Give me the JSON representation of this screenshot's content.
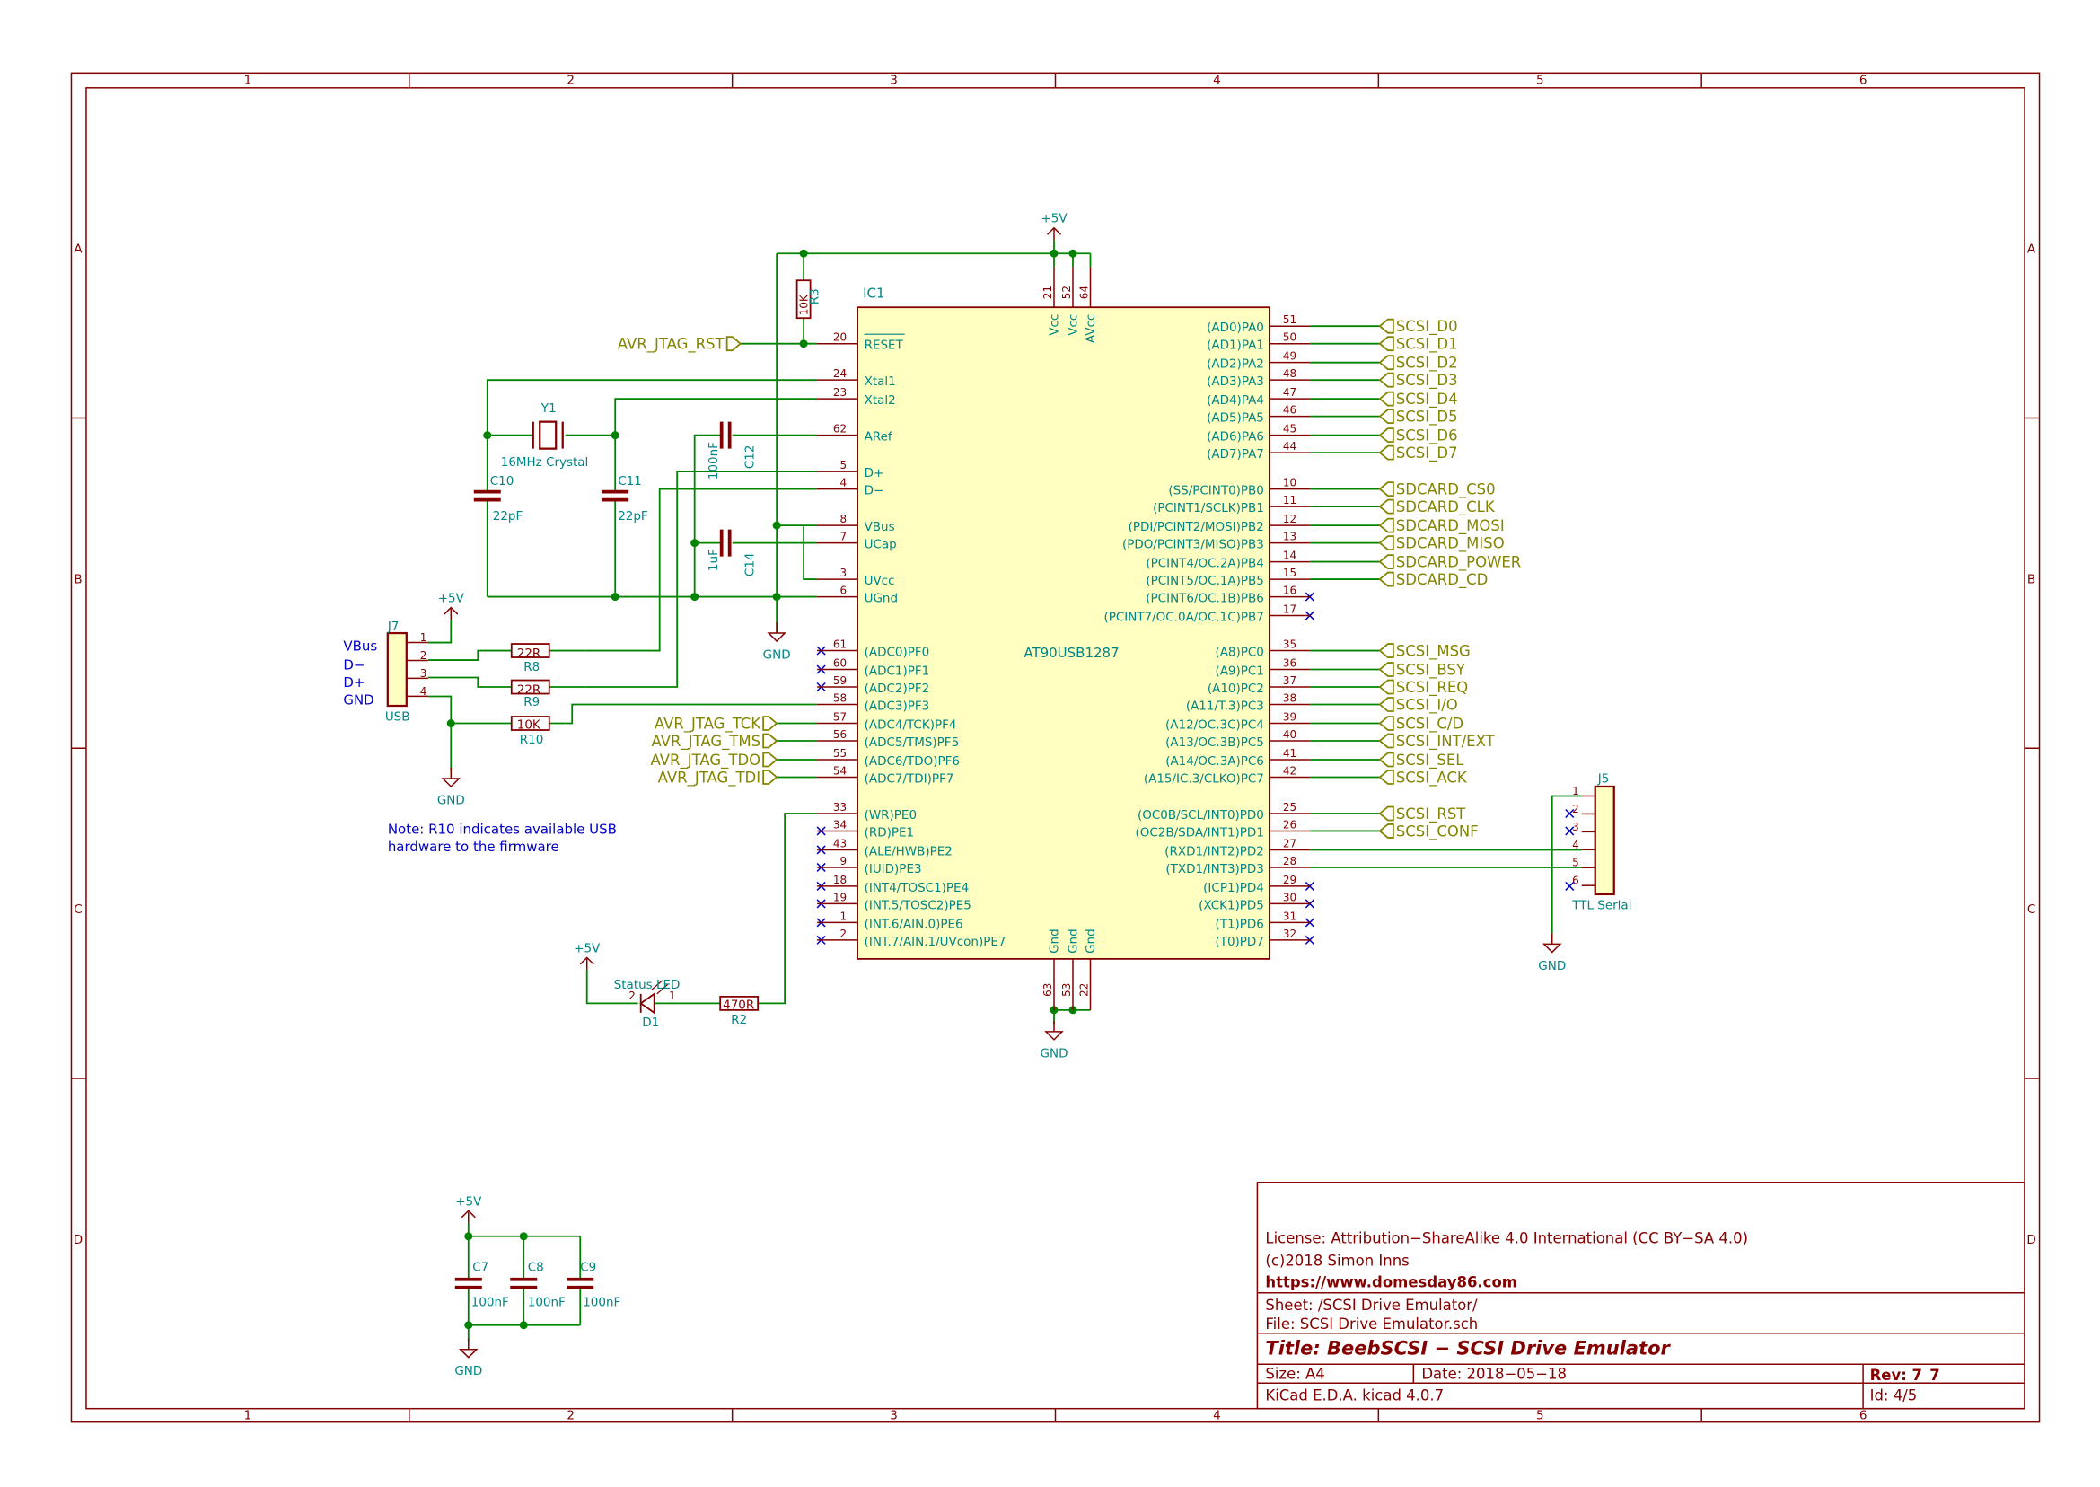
{
  "colors": {
    "frame": "#840000",
    "wire": "#008400",
    "text_teal": "#008484",
    "label_olive": "#848400",
    "note_blue": "#0000c2",
    "chip_fill": "#ffffc2",
    "noconnect": "#0000c2"
  },
  "frame": {
    "columns": [
      "1",
      "2",
      "3",
      "4",
      "5",
      "6"
    ],
    "rows": [
      "A",
      "B",
      "C",
      "D"
    ]
  },
  "ic1": {
    "ref": "IC1",
    "value": "AT90USB1287",
    "top_pins": [
      {
        "num": "21",
        "name": "Vcc"
      },
      {
        "num": "52",
        "name": "Vcc"
      },
      {
        "num": "64",
        "name": "AVcc"
      }
    ],
    "bottom_pins": [
      {
        "num": "63",
        "name": "Gnd"
      },
      {
        "num": "53",
        "name": "Gnd"
      },
      {
        "num": "22",
        "name": "Gnd"
      }
    ],
    "left_pins": [
      {
        "num": "20",
        "name": "RESET"
      },
      {
        "num": "24",
        "name": "Xtal1"
      },
      {
        "num": "23",
        "name": "Xtal2"
      },
      {
        "num": "62",
        "name": "ARef"
      },
      {
        "num": "5",
        "name": "D+"
      },
      {
        "num": "4",
        "name": "D−"
      },
      {
        "num": "8",
        "name": "VBus"
      },
      {
        "num": "7",
        "name": "UCap"
      },
      {
        "num": "3",
        "name": "UVcc"
      },
      {
        "num": "6",
        "name": "UGnd"
      },
      {
        "num": "61",
        "name": "(ADC0)PF0"
      },
      {
        "num": "60",
        "name": "(ADC1)PF1"
      },
      {
        "num": "59",
        "name": "(ADC2)PF2"
      },
      {
        "num": "58",
        "name": "(ADC3)PF3"
      },
      {
        "num": "57",
        "name": "(ADC4/TCK)PF4"
      },
      {
        "num": "56",
        "name": "(ADC5/TMS)PF5"
      },
      {
        "num": "55",
        "name": "(ADC6/TDO)PF6"
      },
      {
        "num": "54",
        "name": "(ADC7/TDI)PF7"
      },
      {
        "num": "33",
        "name": "(WR)PE0"
      },
      {
        "num": "34",
        "name": "(RD)PE1"
      },
      {
        "num": "43",
        "name": "(ALE/HWB)PE2"
      },
      {
        "num": "9",
        "name": "(IUID)PE3"
      },
      {
        "num": "18",
        "name": "(INT4/TOSC1)PE4"
      },
      {
        "num": "19",
        "name": "(INT.5/TOSC2)PE5"
      },
      {
        "num": "1",
        "name": "(INT.6/AIN.0)PE6"
      },
      {
        "num": "2",
        "name": "(INT.7/AIN.1/UVcon)PE7"
      }
    ],
    "right_pins": [
      {
        "num": "51",
        "name": "(AD0)PA0"
      },
      {
        "num": "50",
        "name": "(AD1)PA1"
      },
      {
        "num": "49",
        "name": "(AD2)PA2"
      },
      {
        "num": "48",
        "name": "(AD3)PA3"
      },
      {
        "num": "47",
        "name": "(AD4)PA4"
      },
      {
        "num": "46",
        "name": "(AD5)PA5"
      },
      {
        "num": "45",
        "name": "(AD6)PA6"
      },
      {
        "num": "44",
        "name": "(AD7)PA7"
      },
      {
        "num": "10",
        "name": "(SS/PCINT0)PB0"
      },
      {
        "num": "11",
        "name": "(PCINT1/SCLK)PB1"
      },
      {
        "num": "12",
        "name": "(PDI/PCINT2/MOSI)PB2"
      },
      {
        "num": "13",
        "name": "(PDO/PCINT3/MISO)PB3"
      },
      {
        "num": "14",
        "name": "(PCINT4/OC.2A)PB4"
      },
      {
        "num": "15",
        "name": "(PCINT5/OC.1A)PB5"
      },
      {
        "num": "16",
        "name": "(PCINT6/OC.1B)PB6"
      },
      {
        "num": "17",
        "name": "(PCINT7/OC.0A/OC.1C)PB7"
      },
      {
        "num": "35",
        "name": "(A8)PC0"
      },
      {
        "num": "36",
        "name": "(A9)PC1"
      },
      {
        "num": "37",
        "name": "(A10)PC2"
      },
      {
        "num": "38",
        "name": "(A11/T.3)PC3"
      },
      {
        "num": "39",
        "name": "(A12/OC.3C)PC4"
      },
      {
        "num": "40",
        "name": "(A13/OC.3B)PC5"
      },
      {
        "num": "41",
        "name": "(A14/OC.3A)PC6"
      },
      {
        "num": "42",
        "name": "(A15/IC.3/CLKO)PC7"
      },
      {
        "num": "25",
        "name": "(OC0B/SCL/INT0)PD0"
      },
      {
        "num": "26",
        "name": "(OC2B/SDA/INT1)PD1"
      },
      {
        "num": "27",
        "name": "(RXD1/INT2)PD2"
      },
      {
        "num": "28",
        "name": "(TXD1/INT3)PD3"
      },
      {
        "num": "29",
        "name": "(ICP1)PD4"
      },
      {
        "num": "30",
        "name": "(XCK1)PD5"
      },
      {
        "num": "31",
        "name": "(T1)PD6"
      },
      {
        "num": "32",
        "name": "(T0)PD7"
      }
    ]
  },
  "global_labels_right": [
    "SCSI_D0",
    "SCSI_D1",
    "SCSI_D2",
    "SCSI_D3",
    "SCSI_D4",
    "SCSI_D5",
    "SCSI_D6",
    "SCSI_D7",
    "SDCARD_CS0",
    "SDCARD_CLK",
    "SDCARD_MOSI",
    "SDCARD_MISO",
    "SDCARD_POWER",
    "SDCARD_CD",
    "SCSI_MSG",
    "SCSI_BSY",
    "SCSI_REQ",
    "SCSI_I/O",
    "SCSI_C/D",
    "SCSI_INT/EXT",
    "SCSI_SEL",
    "SCSI_ACK",
    "SCSI_RST",
    "SCSI_CONF"
  ],
  "global_labels_left": [
    "AVR_JTAG_RST",
    "AVR_JTAG_TCK",
    "AVR_JTAG_TMS",
    "AVR_JTAG_TDO",
    "AVR_JTAG_TDI"
  ],
  "components": {
    "r3": {
      "ref": "R3",
      "value": "10K"
    },
    "y1": {
      "ref": "Y1",
      "value": "16MHz Crystal"
    },
    "c10": {
      "ref": "C10",
      "value": "22pF"
    },
    "c11": {
      "ref": "C11",
      "value": "22pF"
    },
    "c12": {
      "ref": "C12",
      "value": "100nF"
    },
    "c14": {
      "ref": "C14",
      "value": "1uF"
    },
    "r8": {
      "ref": "R8",
      "value": "22R"
    },
    "r9": {
      "ref": "R9",
      "value": "22R"
    },
    "r10": {
      "ref": "R10",
      "value": "10K"
    },
    "r2": {
      "ref": "R2",
      "value": "470R"
    },
    "d1": {
      "ref": "D1",
      "value": "Status LED",
      "pin2": "2",
      "pin1": "1"
    },
    "c7": {
      "ref": "C7",
      "value": "100nF"
    },
    "c8": {
      "ref": "C8",
      "value": "100nF"
    },
    "c9": {
      "ref": "C9",
      "value": "100nF"
    }
  },
  "j7": {
    "ref": "J7",
    "value": "USB",
    "pins": [
      "1",
      "2",
      "3",
      "4"
    ],
    "signals": [
      "VBus",
      "D−",
      "D+",
      "GND"
    ]
  },
  "j5": {
    "ref": "J5",
    "value": "TTL Serial",
    "pins": [
      "1",
      "2",
      "3",
      "4",
      "5",
      "6"
    ]
  },
  "power": {
    "vcc": "+5V",
    "gnd": "GND"
  },
  "note": {
    "line1": "Note: R10 indicates available USB",
    "line2": "hardware to the firmware"
  },
  "title_block": {
    "license": "License: Attribution−ShareAlike 4.0 International (CC BY−SA 4.0)",
    "copyright": "(c)2018 Simon Inns",
    "url": "https://www.domesday86.com",
    "sheet": "Sheet: /SCSI Drive Emulator/",
    "file": "File: SCSI Drive Emulator.sch",
    "title": "Title: BeebSCSI − SCSI Drive Emulator",
    "size": "Size: A4",
    "date": "Date: 2018−05−18",
    "rev": "Rev: 7_7",
    "tool": "KiCad E.D.A.  kicad 4.0.7",
    "id": "Id: 4/5"
  }
}
